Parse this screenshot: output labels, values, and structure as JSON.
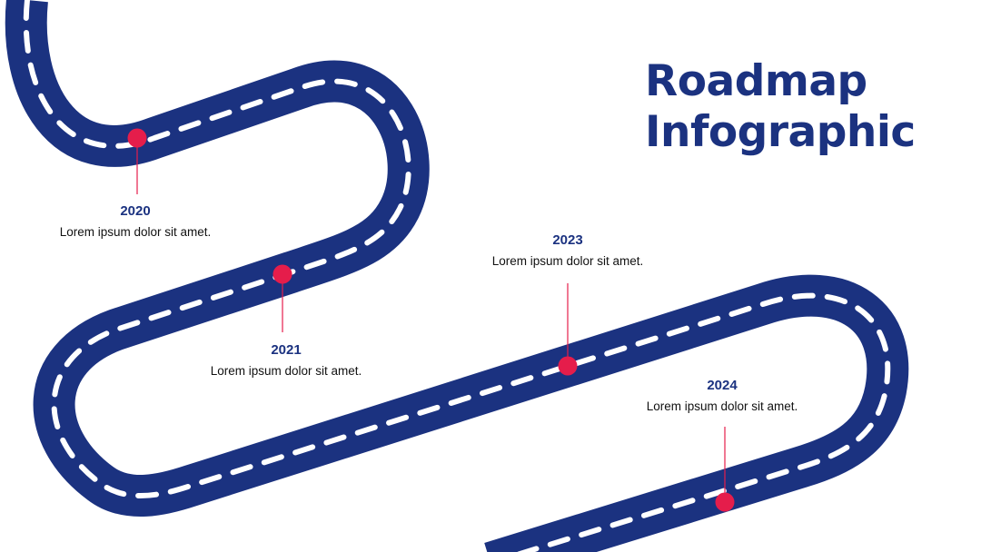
{
  "title": {
    "line1": "Roadmap",
    "line2": "Infographic"
  },
  "colors": {
    "road": "#1b3280",
    "lane_marking": "#ffffff",
    "marker": "#e51d4b",
    "title": "#1b3280"
  },
  "milestones": [
    {
      "year": "2020",
      "text": "Lorem ipsum dolor sit amet."
    },
    {
      "year": "2021",
      "text": "Lorem ipsum dolor sit amet."
    },
    {
      "year": "2023",
      "text": "Lorem ipsum dolor sit amet."
    },
    {
      "year": "2024",
      "text": "Lorem ipsum dolor sit amet."
    }
  ]
}
